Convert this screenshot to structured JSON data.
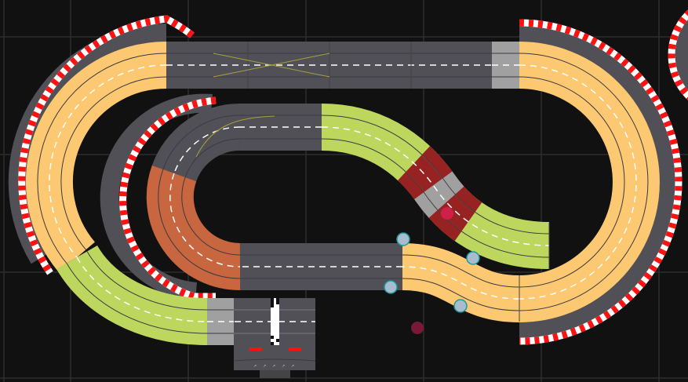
{
  "app": {
    "view": "track-planner-canvas"
  },
  "colors": {
    "background": "#111111",
    "grid": "#2e2e2e",
    "asphalt": "#505056",
    "asphalt_light": "#a0a0a0",
    "lane_line": "#3a3a44",
    "dash": "#ffffff",
    "yellow": "#fcc871",
    "green": "#bdd65e",
    "orange": "#c8663f",
    "red": "#962222",
    "curb_red": "#ff1111",
    "curb_white": "#ffffff",
    "connector": "#a9bccf",
    "connector_ring": "#1a9a9a",
    "marker_active": "#d0204a",
    "marker_inactive": "#7a1838",
    "start_red": "#ff1010"
  },
  "pieces": [
    {
      "id": "top-straight",
      "color": "asphalt"
    },
    {
      "id": "top-end",
      "color": "asphalt_light"
    },
    {
      "id": "left-curve",
      "color": "yellow"
    },
    {
      "id": "left-bottom-curve",
      "color": "green"
    },
    {
      "id": "bottom-grey",
      "color": "asphalt_light"
    },
    {
      "id": "right-curve",
      "color": "yellow"
    },
    {
      "id": "bottom-s",
      "color": "yellow"
    },
    {
      "id": "inner-bottom-straight",
      "color": "asphalt"
    },
    {
      "id": "inner-loop-dark",
      "color": "asphalt"
    },
    {
      "id": "inner-loop-orange",
      "color": "orange"
    },
    {
      "id": "inner-top-straight",
      "color": "asphalt"
    },
    {
      "id": "chicane",
      "color": "green"
    }
  ]
}
